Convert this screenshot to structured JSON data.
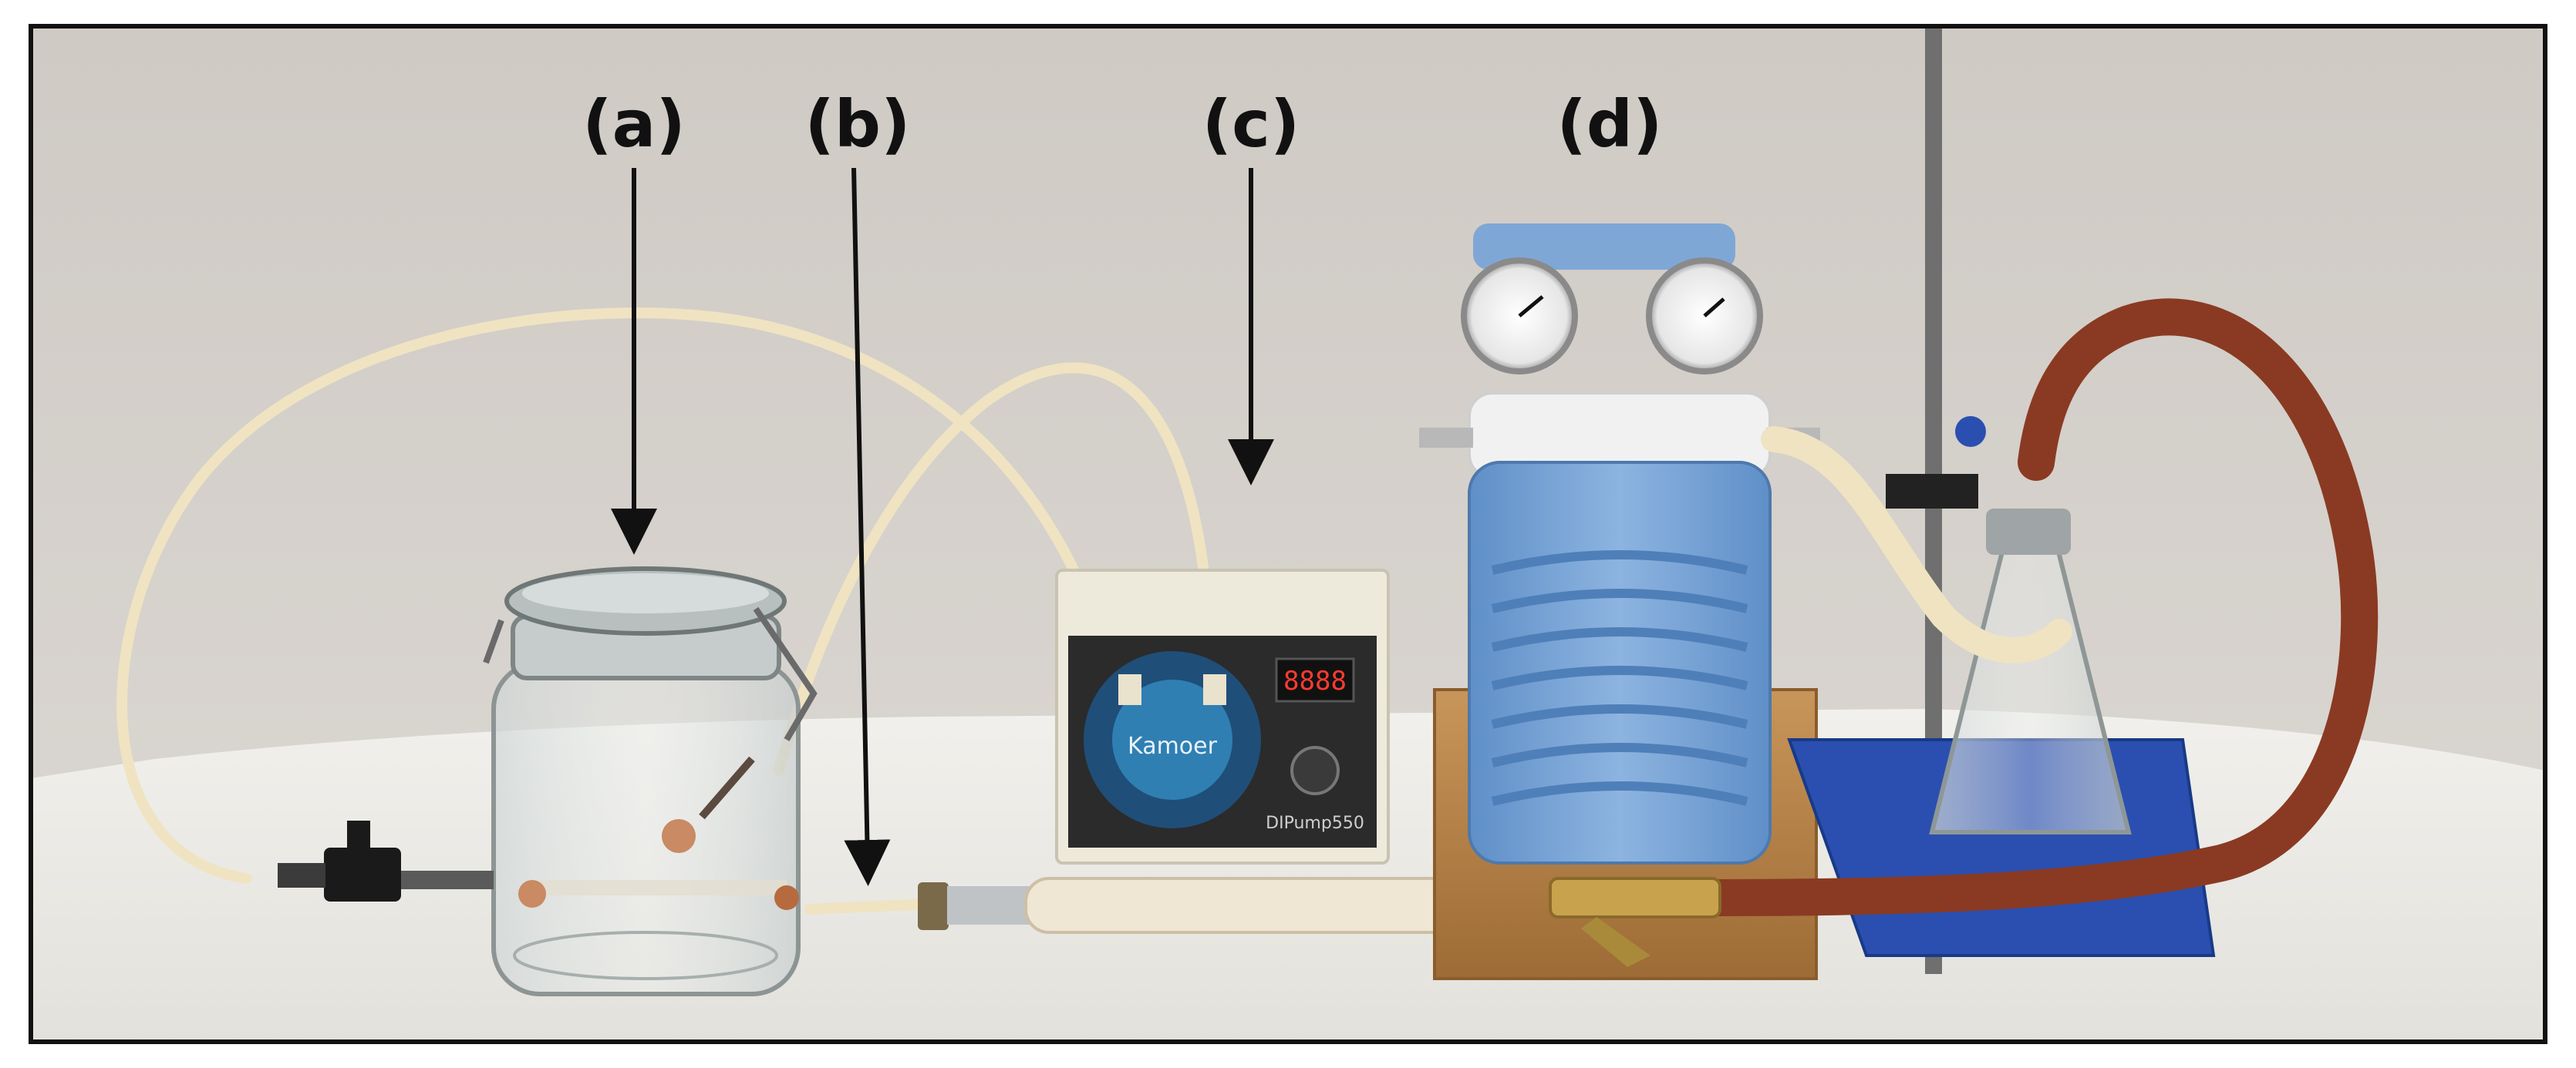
{
  "labels": {
    "a": "(a)",
    "b": "(b)",
    "c": "(c)",
    "d": "(d)"
  },
  "device_text": {
    "pump_brand": "Kamoer",
    "pump_model": "DIPump550",
    "pump_display": "8888"
  },
  "colors": {
    "frame": "#111111",
    "wall": "#d4d0cb",
    "table": "#ecebe7",
    "tubing": "#efe3c2",
    "rubber_hose": "#8a3a22",
    "vacuum_pump_blue": "#7fa7d6",
    "stand_base": "#2a4fb0",
    "wood_board": "#b98647",
    "pump_head_blue": "#2f7fb3"
  },
  "icons": [
    "arrow-down-icon"
  ]
}
